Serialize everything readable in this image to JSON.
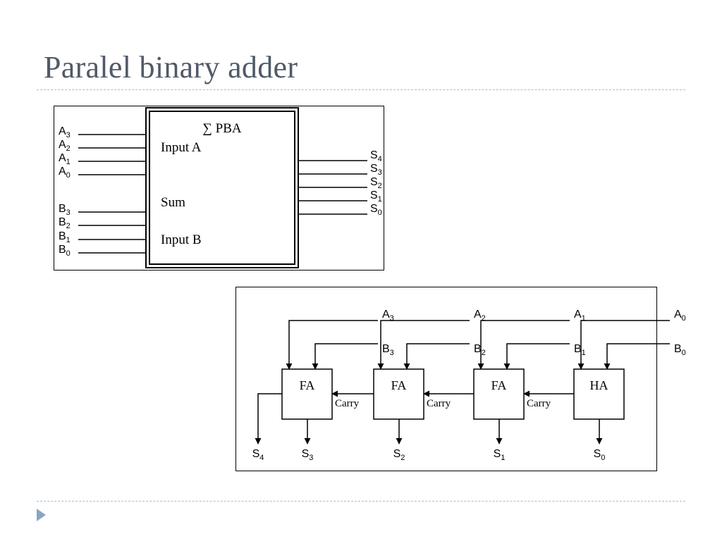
{
  "slide": {
    "title": "Paralel binary adder"
  },
  "block_diagram": {
    "block_title": "∑ PBA",
    "label_input_a": "Input A",
    "label_sum": "Sum",
    "label_input_b": "Input B",
    "inputs_a": [
      {
        "base": "A",
        "sub": "3"
      },
      {
        "base": "A",
        "sub": "2"
      },
      {
        "base": "A",
        "sub": "1"
      },
      {
        "base": "A",
        "sub": "0"
      }
    ],
    "inputs_b": [
      {
        "base": "B",
        "sub": "3"
      },
      {
        "base": "B",
        "sub": "2"
      },
      {
        "base": "B",
        "sub": "1"
      },
      {
        "base": "B",
        "sub": "0"
      }
    ],
    "outputs": [
      {
        "base": "S",
        "sub": "4"
      },
      {
        "base": "S",
        "sub": "3"
      },
      {
        "base": "S",
        "sub": "2"
      },
      {
        "base": "S",
        "sub": "1"
      },
      {
        "base": "S",
        "sub": "0"
      }
    ]
  },
  "adder_chain": {
    "stages": [
      {
        "block": "FA",
        "a": {
          "base": "A",
          "sub": "3"
        },
        "b": {
          "base": "B",
          "sub": "3"
        },
        "sum": {
          "base": "S",
          "sub": "3"
        }
      },
      {
        "block": "FA",
        "a": {
          "base": "A",
          "sub": "2"
        },
        "b": {
          "base": "B",
          "sub": "2"
        },
        "sum": {
          "base": "S",
          "sub": "2"
        }
      },
      {
        "block": "FA",
        "a": {
          "base": "A",
          "sub": "1"
        },
        "b": {
          "base": "B",
          "sub": "1"
        },
        "sum": {
          "base": "S",
          "sub": "1"
        }
      },
      {
        "block": "HA",
        "a": {
          "base": "A",
          "sub": "0"
        },
        "b": {
          "base": "B",
          "sub": "0"
        },
        "sum": {
          "base": "S",
          "sub": "0"
        }
      }
    ],
    "carry_label": "Carry",
    "final_carry": {
      "base": "S",
      "sub": "4"
    }
  }
}
